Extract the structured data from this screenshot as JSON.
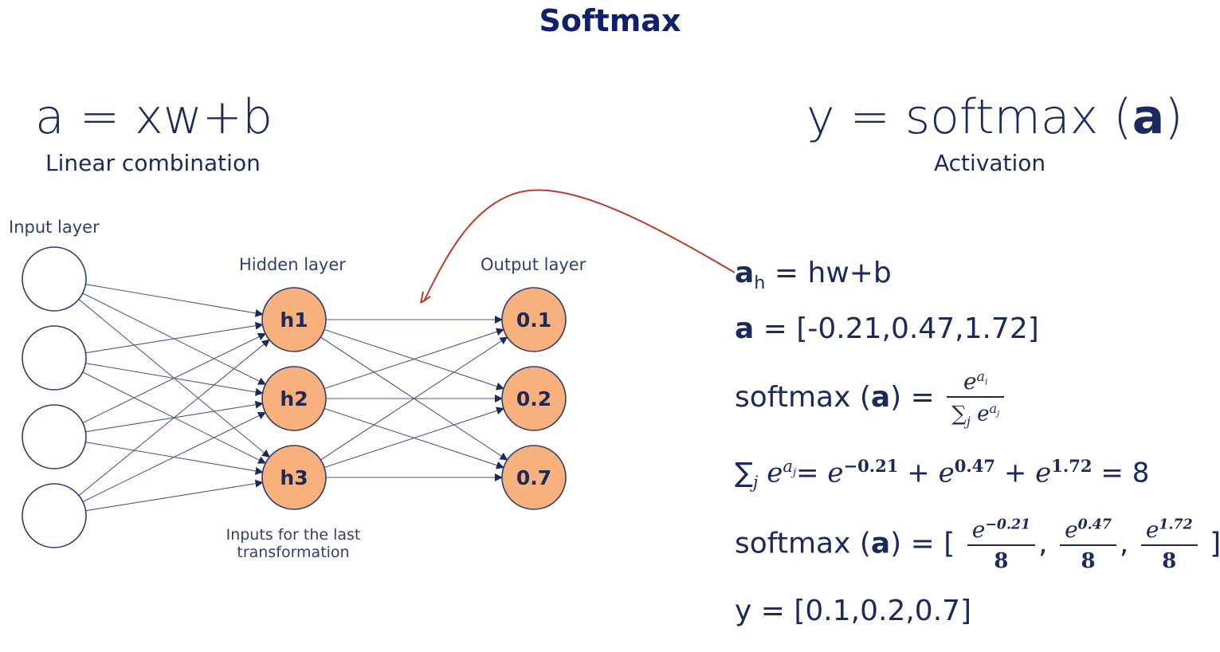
{
  "title": "Softmax",
  "left_formula": {
    "equation": "a = xw+b",
    "caption": "Linear combination"
  },
  "right_formula": {
    "prefix": "y = softmax (",
    "arg": "a",
    "suffix": ")",
    "caption": "Activation"
  },
  "network": {
    "input_label": "Input layer",
    "hidden_label": "Hidden layer",
    "output_label": "Output layer",
    "hidden_note_line1": "Inputs for the last",
    "hidden_note_line2": "transformation",
    "hidden_nodes": [
      "h1",
      "h2",
      "h3"
    ],
    "output_nodes": [
      "0.1",
      "0.2",
      "0.7"
    ],
    "node_fill": "#f8b07d",
    "edge_color": "#4a5b86",
    "arrow_color": "#c0392b"
  },
  "equations": {
    "ah": {
      "lhs": "a",
      "sub": "h",
      "rhs": " = hw+b"
    },
    "a_vec": {
      "lhs": "a",
      "rhs": " = [-0.21,0.47,1.72]"
    },
    "softmax_def": {
      "prefix": "softmax (",
      "arg": "a",
      "suffix": ") =",
      "num_base": "e",
      "num_exp": "a",
      "num_sub": "i",
      "den_sum": "∑",
      "den_sub": "j",
      "den_base": "e",
      "den_exp": "a",
      "den_exp_sub": "j"
    },
    "sum_eq": {
      "sum": "∑",
      "sub": "j",
      "base": "e",
      "exp": "a",
      "exp_sub": "j",
      "eq": "= ",
      "t1_base": "e",
      "t1_exp": "−0.21",
      "plus1": " + ",
      "t2_base": "e",
      "t2_exp": "0.47",
      "plus2": " + ",
      "t3_base": "e",
      "t3_exp": "1.72",
      "result": " = 8"
    },
    "softmax_vals": {
      "prefix": "softmax (",
      "arg": "a",
      "suffix": ") = [",
      "f1_num": "e",
      "f1_exp": "−0.21",
      "f2_exp": "0.47",
      "f3_exp": "1.72",
      "den": "8",
      "comma": ",",
      "close": "]"
    },
    "y_vec": {
      "text": "y = [0.1,0.2,0.7]"
    }
  }
}
